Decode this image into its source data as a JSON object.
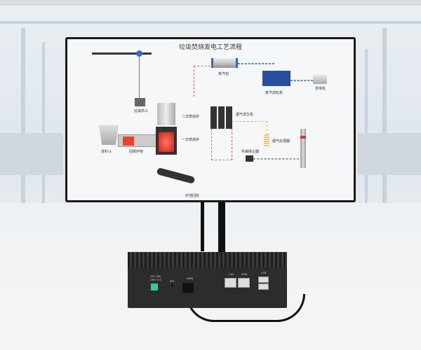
{
  "screen": {
    "title": "垃圾焚烧发电工艺流程",
    "labels": {
      "steam_drum": "蒸汽包",
      "steam_turbine": "蒸汽涡轮机",
      "generator": "发电机",
      "garbage_grab": "垃圾抓斗",
      "secondary_furnace": "二次燃烧炉",
      "primary_furnace": "一次燃烧炉",
      "feed_hopper": "进料斗",
      "rotary_kiln": "回转炉窑",
      "flue_gas_generator": "烟气发生机",
      "flue_gas_treatment": "烟气处理器",
      "bag_filter": "布袋除尘器",
      "slag_recovery": "炉渣回收"
    }
  },
  "device": {
    "power_label": "DC9-36V",
    "power_pins": "GND VCC",
    "reset_label": "RST",
    "hdmi_label": "HDMI",
    "lan_label": "LAN",
    "wan_label": "WAN",
    "usb_label": "USB"
  },
  "colors": {
    "hot_pipe": "#dd6666",
    "steam_pipe": "#5588cc",
    "gas_pipe": "#e4b060",
    "fire": "#e8452a"
  }
}
